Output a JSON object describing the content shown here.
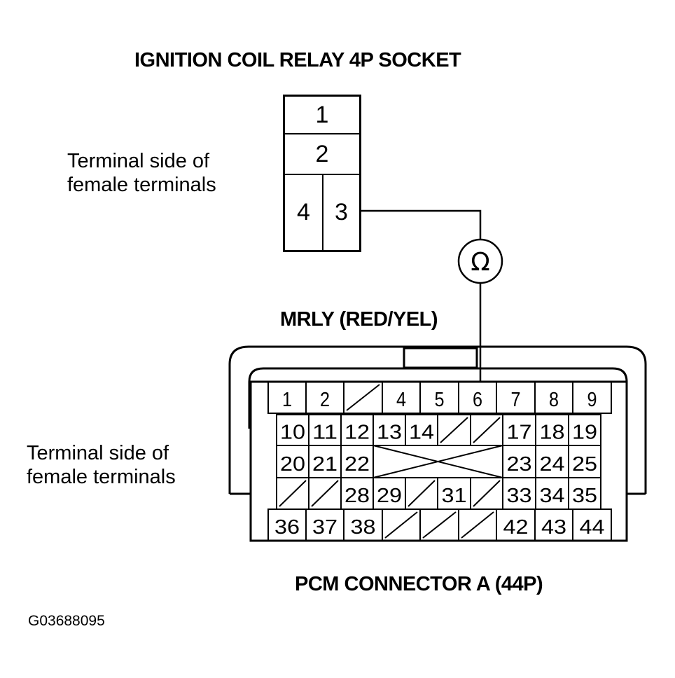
{
  "relay": {
    "title": "IGNITION COIL RELAY 4P SOCKET",
    "terminal_note": [
      "Terminal side of",
      "female terminals"
    ],
    "pins": [
      "1",
      "2",
      "4",
      "3"
    ]
  },
  "meter": {
    "symbol": "Ω"
  },
  "wire_label": "MRLY (RED/YEL)",
  "pcm": {
    "title": "PCM CONNECTOR A (44P)",
    "terminal_note": [
      "Terminal side of",
      "female terminals"
    ],
    "rows": [
      [
        "1",
        "2",
        "/",
        "4",
        "5",
        "6",
        "7",
        "8",
        "9"
      ],
      [
        "10",
        "11",
        "12",
        "13",
        "14",
        "/",
        "/",
        "17",
        "18",
        "19"
      ],
      [
        "20",
        "21",
        "22",
        "X",
        "23",
        "24",
        "25"
      ],
      [
        "/",
        "/",
        "28",
        "29",
        "/",
        "31",
        "/",
        "33",
        "34",
        "35"
      ],
      [
        "36",
        "37",
        "38",
        "/",
        "/",
        "/",
        "42",
        "43",
        "44"
      ]
    ]
  },
  "figure_code": "G03688095"
}
